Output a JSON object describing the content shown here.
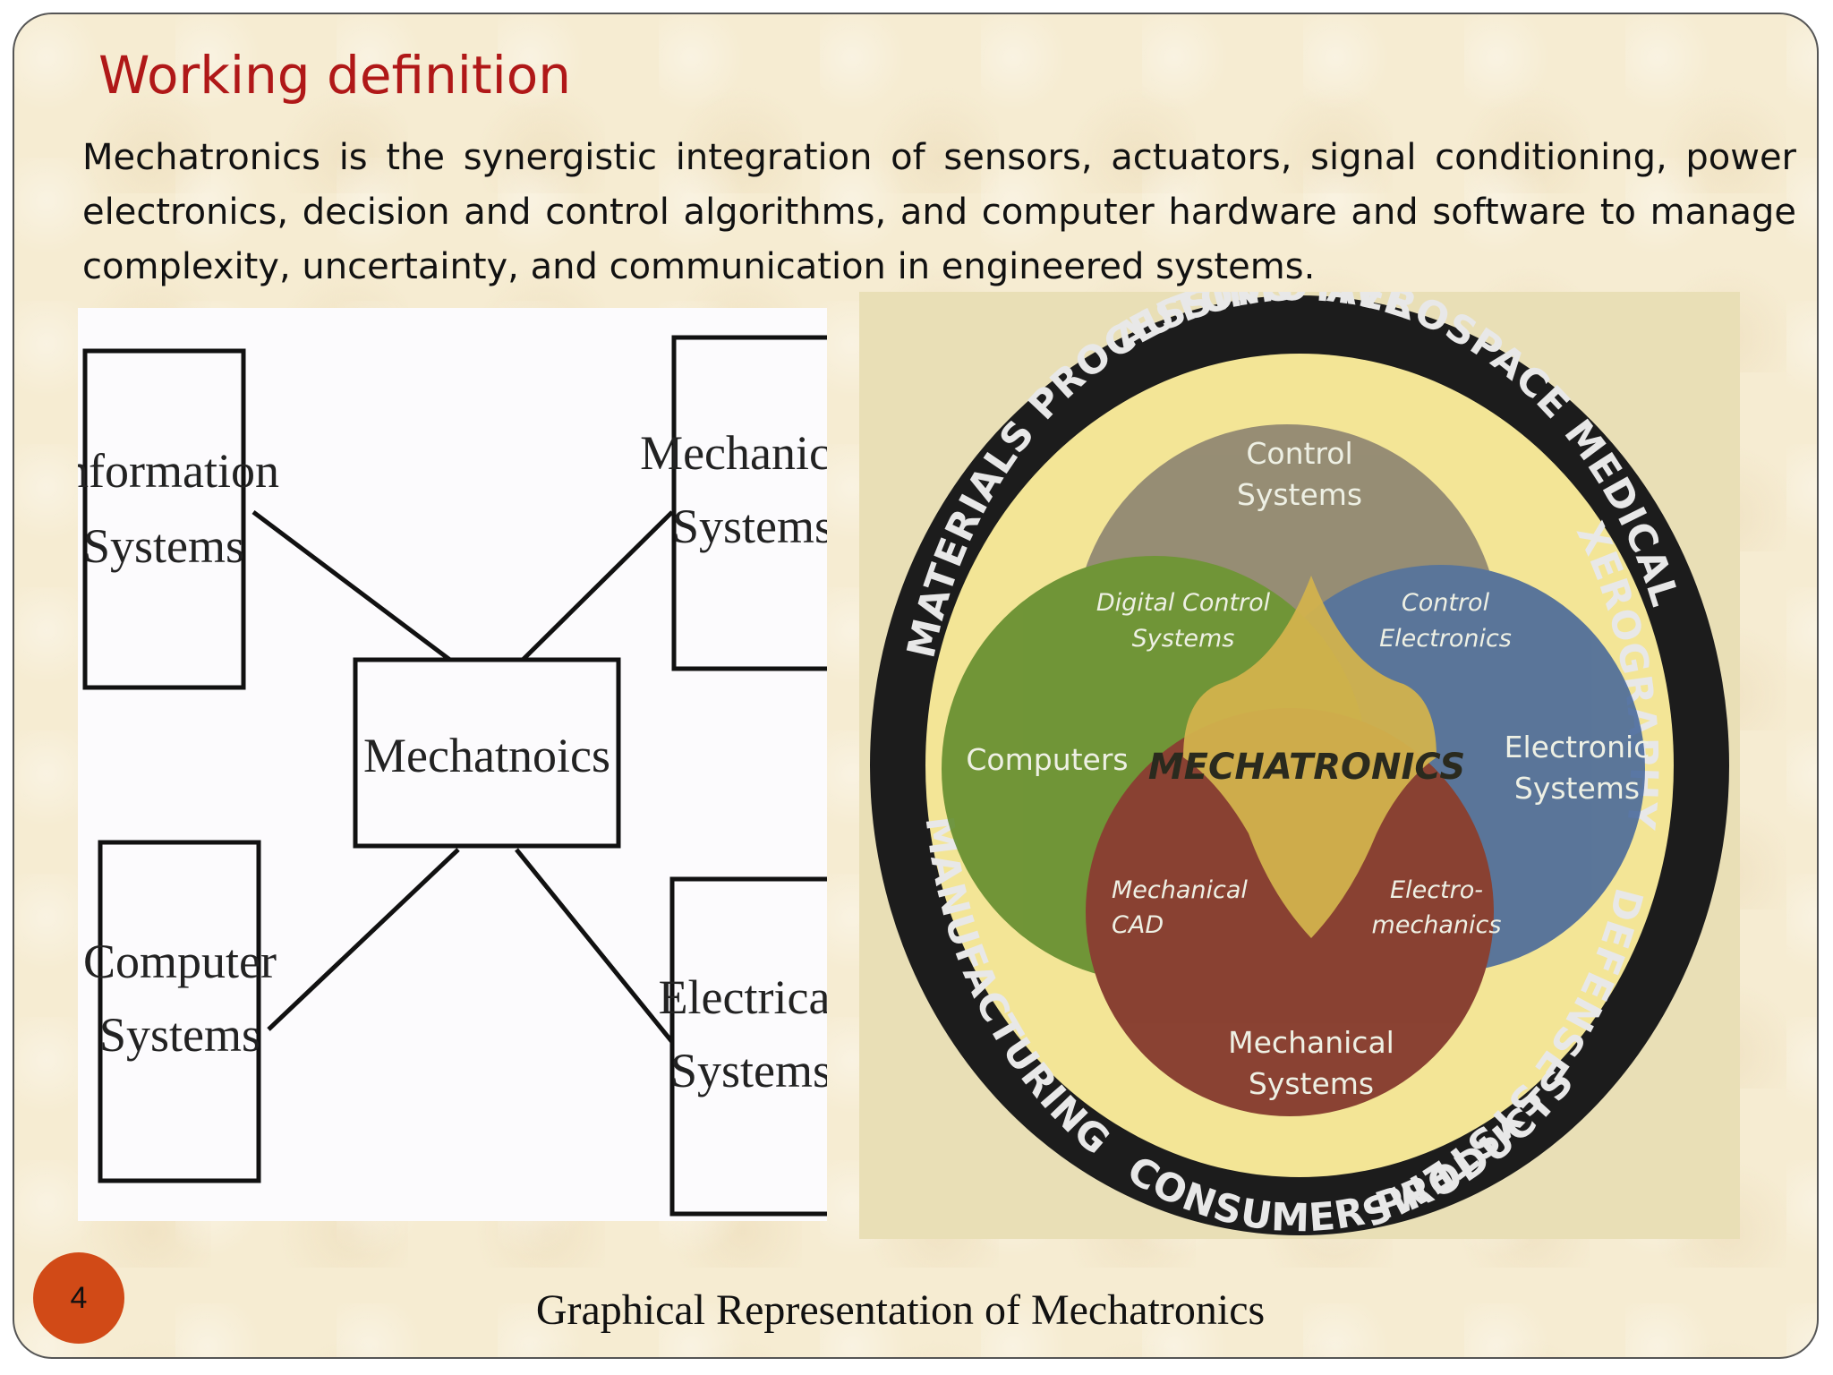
{
  "slide": {
    "title": "Working definition",
    "definition": "Mechatronics is the synergistic integration of sensors, actuators, signal conditioning, power electronics, decision and control algorithms, and computer hardware and software to manage complexity, uncertainty, and communication in engineered systems.",
    "caption": "Graphical Representation of Mechatronics",
    "page_number": "4"
  },
  "block_diagram": {
    "center": "Mechatnoics",
    "info_line1": "Information",
    "info_line2": "Systems",
    "mech_line1": "Mechanical",
    "mech_line2": "Systems",
    "comp_line1": "Computer",
    "comp_line2": "Systems",
    "elec_line1": "Electrical",
    "elec_line2": "Systems"
  },
  "venn": {
    "ring": {
      "automotive": "AUTOMOTIVE",
      "aerospace": "AEROSPACE",
      "medical": "MEDICAL",
      "xerography": "XEROGRAPHY",
      "defense": "DEFENSE SYSTEMS",
      "consumer": "CONSUMER PRODUCTS",
      "manufacturing": "MANUFACTURING",
      "materials": "MATERIALS PROCESSING"
    },
    "control_line1": "Control",
    "control_line2": "Systems",
    "computers": "Computers",
    "electronic_line1": "Electronic",
    "electronic_line2": "Systems",
    "mechanical_line1": "Mechanical",
    "mechanical_line2": "Systems",
    "digital_line1": "Digital Control",
    "digital_line2": "Systems",
    "ctrl_elec_line1": "Control",
    "ctrl_elec_line2": "Electronics",
    "mech_cad_line1": "Mechanical",
    "mech_cad_line2": "CAD",
    "electro_line1": "Electro-",
    "electro_line2": "mechanics",
    "center": "MECHATRONICS",
    "colors": {
      "control": "#8a8170",
      "computers": "#5e8a2a",
      "electronic": "#45669a",
      "mechanical": "#7b2b25",
      "center": "#d2b24c",
      "ring": "#1c1c1c",
      "inner_band": "#f3e596"
    }
  }
}
